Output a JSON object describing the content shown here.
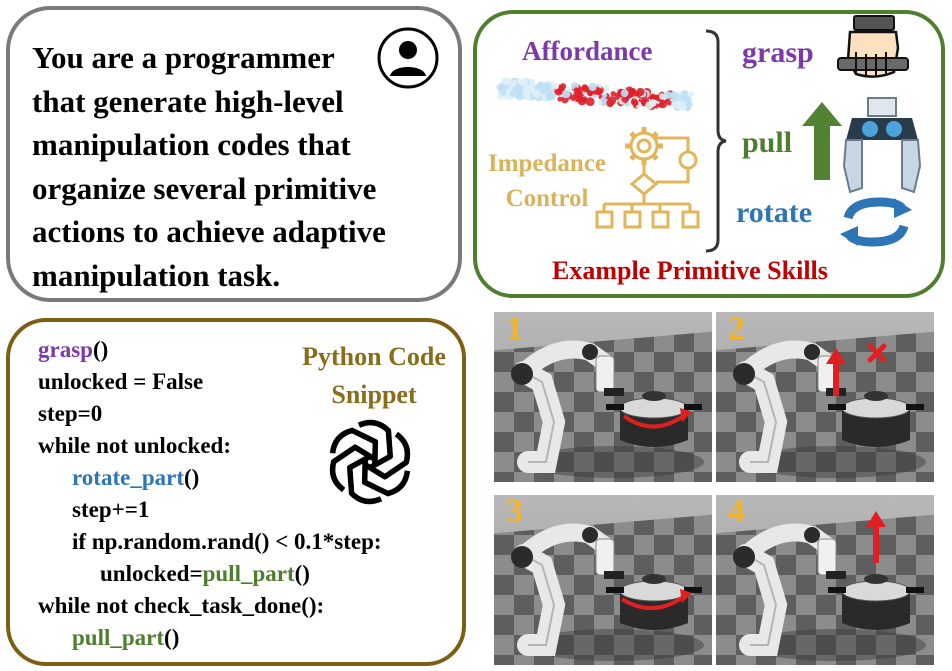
{
  "prompt": {
    "lines": [
      "You are a programmer",
      "that generate high-level",
      "manipulation codes that",
      "organize several primitive",
      "actions to achieve adaptive",
      "manipulation task."
    ]
  },
  "skills": {
    "affordance": "Affordance",
    "impedance_line1": "Impedance",
    "impedance_line2": "Control",
    "grasp": "grasp",
    "pull": "pull",
    "rotate": "rotate",
    "caption": "Example Primitive Skills"
  },
  "code": {
    "title_line1": "Python Code",
    "title_line2": "Snippet",
    "lines": [
      {
        "fn": "grasp",
        "rest": "()"
      },
      {
        "pre": "unlocked = False"
      },
      {
        "pre": "step=0"
      },
      {
        "pre": "while not unlocked:"
      },
      {
        "fn": "rotate_part",
        "rest": "()"
      },
      {
        "pre": "step+=1"
      },
      {
        "pre": "if np.random.rand() < 0.1*step:"
      },
      {
        "pre": "unlocked=",
        "fn": "pull_part",
        "rest": "()"
      },
      {
        "pre": "while not check_task_done():"
      },
      {
        "fn": "pull_part",
        "rest": "()"
      }
    ]
  },
  "frames": [
    {
      "number": "1"
    },
    {
      "number": "2"
    },
    {
      "number": "3"
    },
    {
      "number": "4"
    }
  ],
  "colors": {
    "purple": "#7b3aa6",
    "green": "#4e7f2f",
    "blue": "#2e75b6",
    "red": "#c00000",
    "gold": "#d9b45c",
    "brown": "#7d5f13",
    "orange": "#f1b52c"
  }
}
